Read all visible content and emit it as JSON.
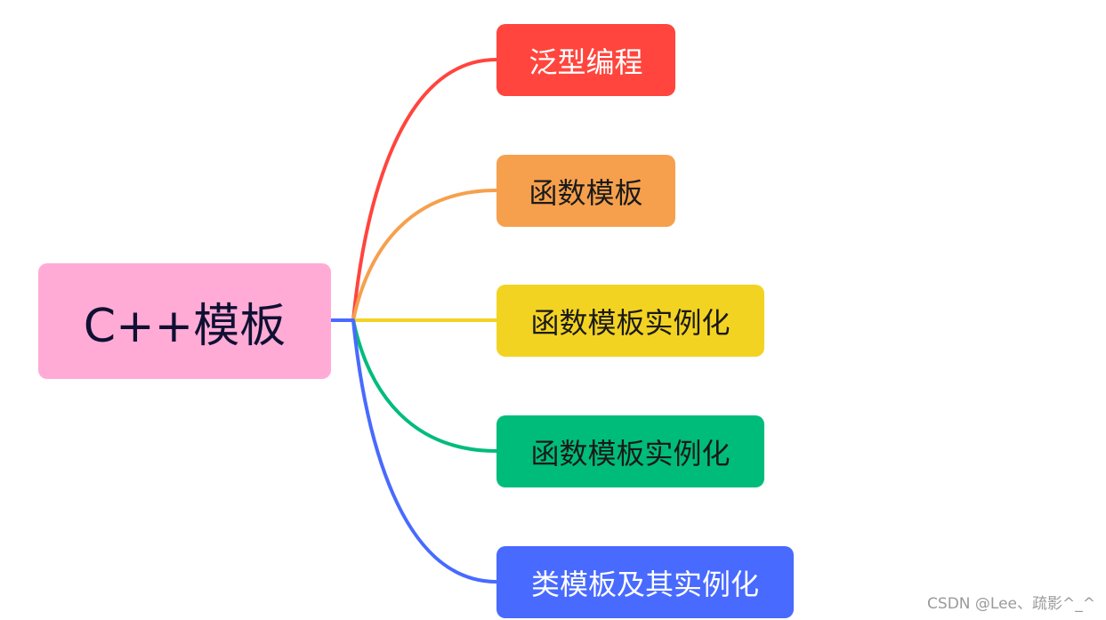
{
  "root": {
    "label": "C++模板",
    "bg": "#FFABD5",
    "color": "#0f1033"
  },
  "branches": [
    {
      "label": "泛型编程",
      "bg": "#FF453D",
      "color": "#ffffff"
    },
    {
      "label": "函数模板",
      "bg": "#F6A04D",
      "color": "#1a1a1a"
    },
    {
      "label": "函数模板实例化",
      "bg": "#F3D321",
      "color": "#1a1a1a"
    },
    {
      "label": "函数模板实例化",
      "bg": "#00BC7B",
      "color": "#1a1a1a"
    },
    {
      "label": "类模板及其实例化",
      "bg": "#486AFF",
      "color": "#ffffff"
    }
  ],
  "watermark": "CSDN @Lee、疏影^_^"
}
